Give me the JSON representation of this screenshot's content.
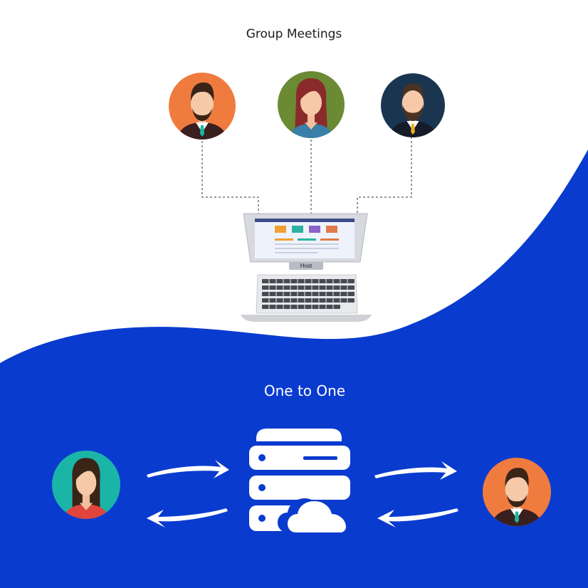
{
  "header": {
    "title": "Group Meetings"
  },
  "laptop": {
    "label": "Host"
  },
  "section2": {
    "title": "One to One"
  },
  "colors": {
    "blue_wave": "#0a3bcf",
    "avatar_orange": "#f07b3f",
    "avatar_green": "#6b8a34",
    "avatar_navy": "#1a3550",
    "avatar_teal": "#1bb5a8"
  },
  "icons": [
    "man-avatar-icon",
    "woman-avatar-icon",
    "server-icon",
    "cloud-icon",
    "arrow-icon"
  ]
}
